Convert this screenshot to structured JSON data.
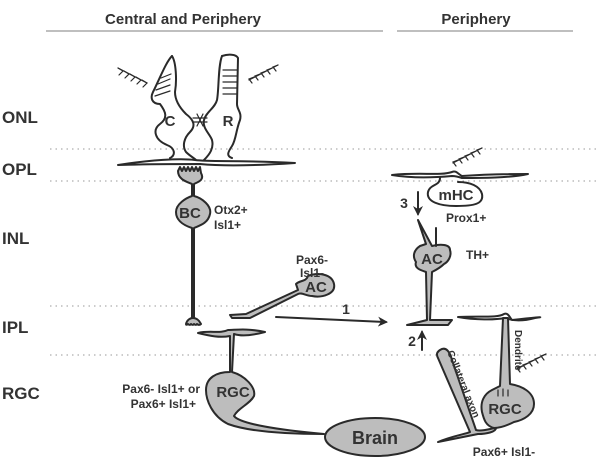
{
  "headers": {
    "central": "Central and Periphery",
    "periphery": "Periphery"
  },
  "layers": [
    "ONL",
    "OPL",
    "INL",
    "IPL",
    "RGC"
  ],
  "central": {
    "cone": "C",
    "rod": "R",
    "bipolar_cell": "BC",
    "bipolar_markers": [
      "Otx2+",
      "Isl1+"
    ],
    "amacrine_cell": "AC",
    "amacrine_markers": [
      "Pax6-",
      "Isl1-"
    ],
    "rgc": "RGC",
    "rgc_markers": [
      "Pax6- Isl1+ or",
      "Pax6+ Isl1+"
    ],
    "brain": "Brain"
  },
  "periphery": {
    "horizontal_cell": "mHC",
    "horizontal_marker": "Prox1+",
    "amacrine_cell": "AC",
    "amacrine_marker": "TH+",
    "rgc": "RGC",
    "rgc_markers": "Pax6+ Isl1-",
    "dendrite": "Dendrite",
    "collateral_axon": "Collateral axon"
  },
  "arrows": {
    "one": "1",
    "two": "2",
    "three": "3"
  },
  "colors": {
    "cell_fill": "#bdbdbd",
    "outline": "#2a2a2a",
    "text": "#333333",
    "guide": "#999999"
  }
}
